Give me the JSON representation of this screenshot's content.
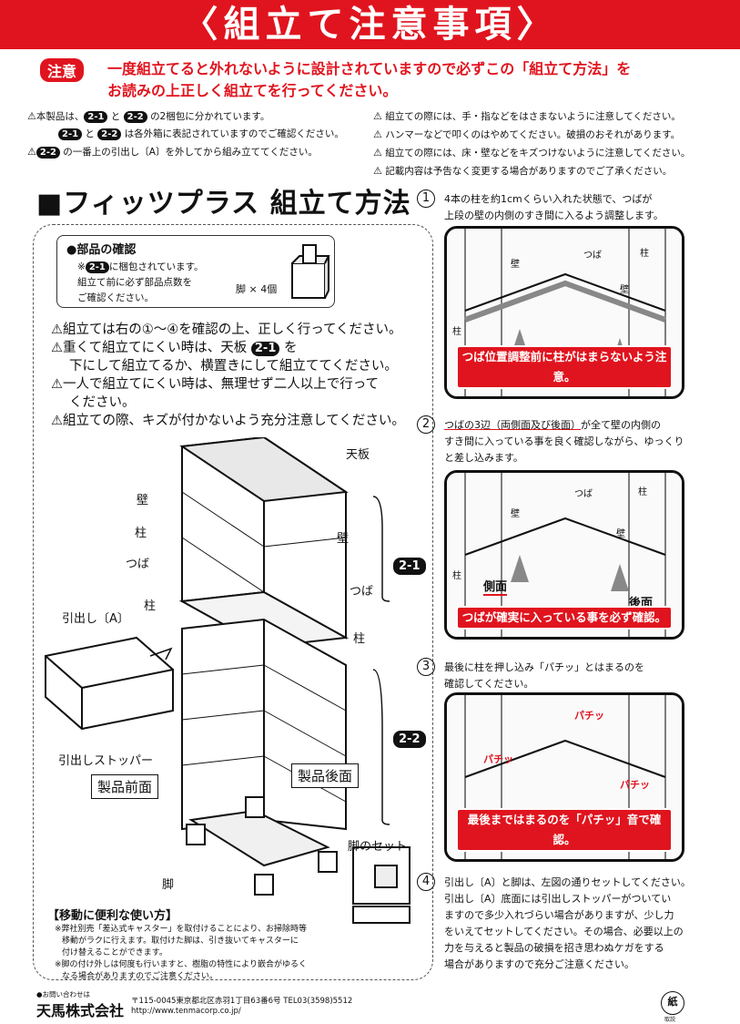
{
  "banner": {
    "title": "〈組立て注意事項〉"
  },
  "notice": {
    "badge": "注意",
    "line1": "一度組立てると外れないように設計されていますので必ずこの「組立て方法」を",
    "line2": "お読みの上正しく組立てを行ってください。"
  },
  "warnings_left": {
    "w1_a": "本製品は、",
    "w1_b": "と",
    "w1_c": "の2梱包に分かれています。",
    "w2_a": "と",
    "w2_b": "は各外箱に表記されていますのでご確認ください。",
    "w3_a": "の一番上の引出し〔A〕を外してから組み立ててください。",
    "pill_21": "2-1",
    "pill_22": "2-2"
  },
  "warnings_right": [
    "組立ての際には、手・指などをはさまないように注意してください。",
    "ハンマーなどで叩くのはやめてください。破損のおそれがあります。",
    "組立ての際には、床・壁などをキズつけないように注意してください。",
    "記載内容は予告なく変更する場合がありますのでご了承ください。"
  ],
  "main_title": "■フィッツプラス 組立て方法",
  "parts": {
    "title": "●部品の確認",
    "note_a": "※",
    "note_b": "に梱包されています。",
    "note_c": "組立て前に必ず部品点数を",
    "note_d": "ご確認ください。",
    "leg_count": "脚 × 4個"
  },
  "cautions": {
    "c1": "組立ては右の①〜④を確認の上、正しく行ってください。",
    "c2_a": "重くて組立てにくい時は、天板",
    "c2_b": "を",
    "c2_c": "下にして組立てるか、横置きにして組立ててください。",
    "c3_a": "一人で組立てにくい時は、無理せず二人以上で行って",
    "c3_b": "ください。",
    "c4": "組立ての際、キズが付かないよう充分注意してください。"
  },
  "diagram": {
    "tenban": "天板",
    "kabe1": "壁",
    "hashira1": "柱",
    "tsuba1": "つば",
    "kabe2": "壁",
    "tsuba2": "つば",
    "hashira2": "柱",
    "hashira3": "柱",
    "drawer_a": "引出し〔A〕",
    "drawer_stopper": "引出しストッパー",
    "front": "製品前面",
    "back": "製品後面",
    "legs": "脚",
    "leg_set": "脚のセット",
    "leg_small": "脚",
    "pachi": "パチッ",
    "tag_21": "2-1",
    "tag_22": "2-2"
  },
  "move": {
    "title": "【移動に便利な使い方】",
    "text1": "※弊社別売「差込式キャスター」を取付けることにより、お掃除時等",
    "text2": "移動がラクに行えます。取付けた脚は、引き抜いてキャスターに",
    "text3": "付け替えることができます。",
    "text4": "※脚の付け外しは何度も行いますと、樹脂の特性により嵌合がゆるく",
    "text5": "なる場合がありますのでご注意ください。"
  },
  "steps": [
    {
      "num": "1",
      "line1": "4本の柱を約1cmくらい入れた状態で、つばが",
      "line2": "上段の壁の内側のすき間に入るよう調整します。",
      "caption": "つば位置調整前に柱がはまらないよう注意。"
    },
    {
      "num": "2",
      "line1_u": "つばの3辺（両側面及び後面）",
      "line1": "が全て壁の内側の",
      "line2": "すき間に入っている事を良く確認しながら、ゆっくり",
      "line3": "と差し込みます。",
      "caption": "つばが確実に入っている事を必ず確認。"
    },
    {
      "num": "3",
      "line1": "最後に柱を押し込み「パチッ」とはまるのを",
      "line2": "確認してください。",
      "caption": "最後まではまるのを「パチッ」音で確認。"
    },
    {
      "num": "4",
      "line1": "引出し〔A〕と脚は、左図の通りセットしてください。",
      "line2": "引出し〔A〕底面には引出しストッパーがついてい",
      "line3": "ますので多少入れづらい場合がありますが、少し力",
      "line4": "をいえてセットしてください。その場合、必要以上の",
      "line5": "力を与えると製品の破損を招き思わぬケガをする",
      "line6": "場合がありますので充分ご注意ください。"
    }
  ],
  "photo_labels": {
    "p1_tsuba": "つば",
    "p1_hashira": "柱",
    "p1_kabe1": "壁",
    "p1_kabe2": "壁",
    "p1_hashira2": "柱",
    "p2_tsuba": "つば",
    "p2_hashira": "柱",
    "p2_kabe1": "壁",
    "p2_kabe2": "壁",
    "p2_hashira2": "柱",
    "p2_side": "側面",
    "p2_back": "後面",
    "p3_pachi": "パチッ"
  },
  "footer": {
    "inquire": "●お問い合わせは",
    "company": "天馬株式会社",
    "address": "〒115-0045東京都北区赤羽1丁目63番6号 TEL03(3598)5512",
    "url": "http://www.tenmacorp.co.jp/",
    "recycle": "紙",
    "recycle_sub": "取説"
  },
  "colors": {
    "accent": "#e0141e",
    "ink": "#111111"
  }
}
